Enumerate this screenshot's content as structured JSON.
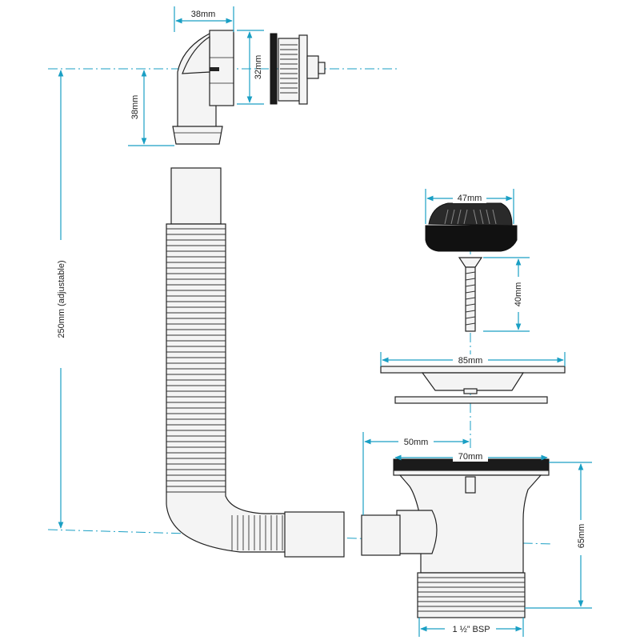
{
  "dimensions": {
    "elbow_width": "38mm",
    "elbow_height": "32mm",
    "elbow_drop": "38mm",
    "hose_length": "250mm (adjustable)",
    "cap_width": "47mm",
    "screw_length": "40mm",
    "flange_width": "85mm",
    "outlet_offset": "50mm",
    "body_width": "70mm",
    "body_height": "65mm",
    "thread": "1 ½” BSP"
  },
  "colors": {
    "dimension": "#1a9fc4",
    "outline": "#222222",
    "dark": "#1b1b1b"
  }
}
